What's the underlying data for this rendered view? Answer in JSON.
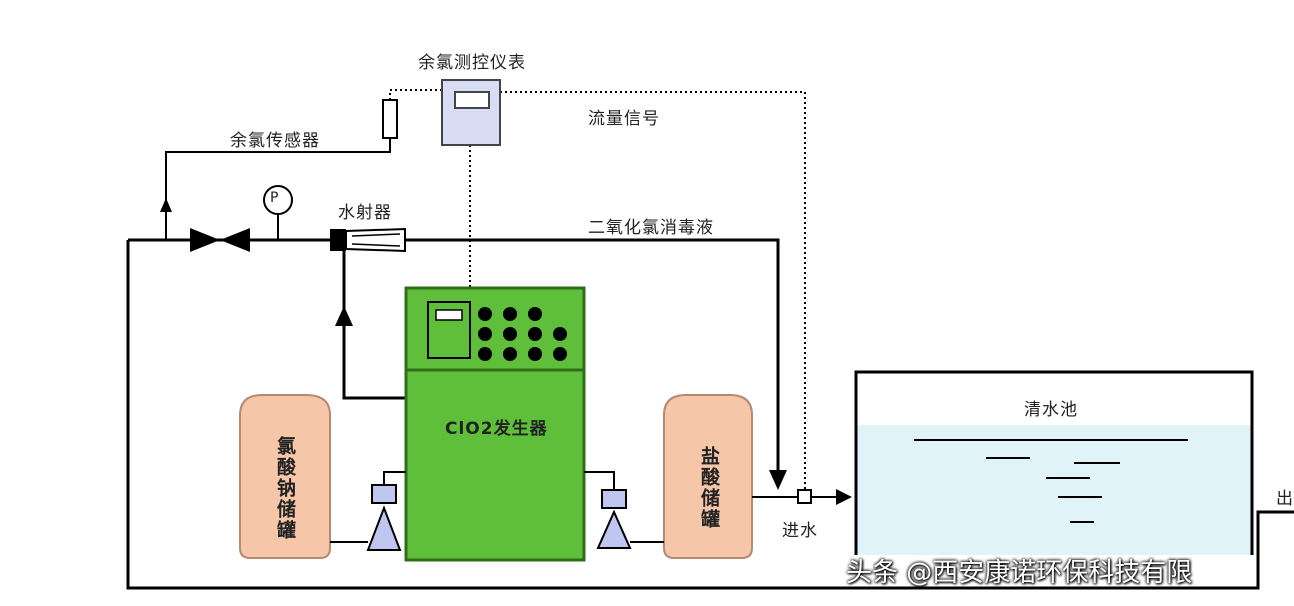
{
  "labels": {
    "controller": "余氯测控仪表",
    "flow_signal": "流量信号",
    "sensor": "余氯传感器",
    "ejector": "水射器",
    "disinfectant": "二氧化氯消毒液",
    "generator": "ClO2发生器",
    "chlorate_tank": "氯酸钠储罐",
    "acid_tank": "盐酸储罐",
    "water_inlet": "进水",
    "pool": "清水池",
    "outlet": "出",
    "gauge": "P"
  },
  "watermark": "头条 @西安康诺环保科技有限",
  "colors": {
    "generator": "#5fbf3a",
    "generator_dark": "#2f6f1a",
    "tank": "#f6c6a8",
    "pool_water": "#dff3f9",
    "pump": "#bfc6ef",
    "controller": "#d9dcf5"
  }
}
